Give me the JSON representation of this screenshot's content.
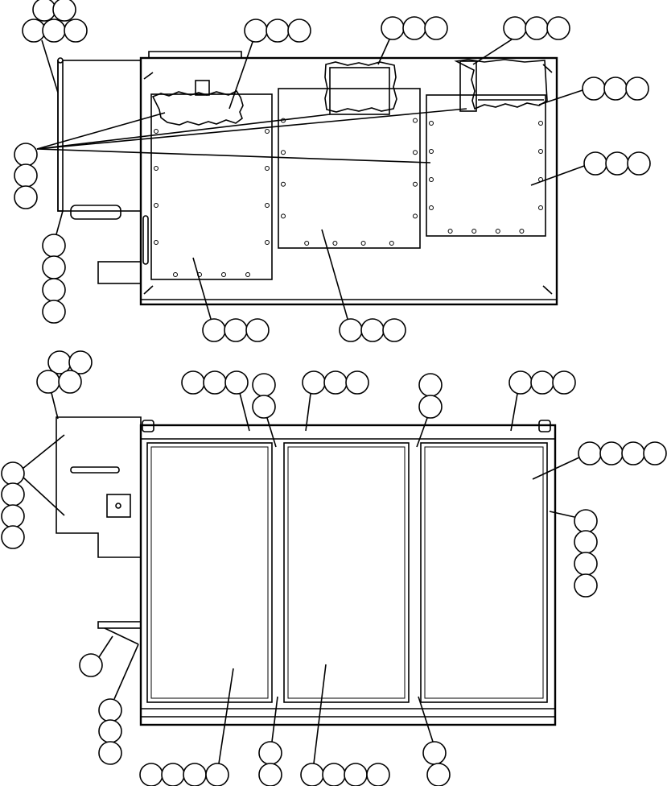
{
  "diagram": {
    "type": "parts-illustration",
    "views": [
      "top-view",
      "front-view"
    ],
    "callout_balloons_labeled": false,
    "line_color": "#000000",
    "background_color": "#ffffff"
  }
}
